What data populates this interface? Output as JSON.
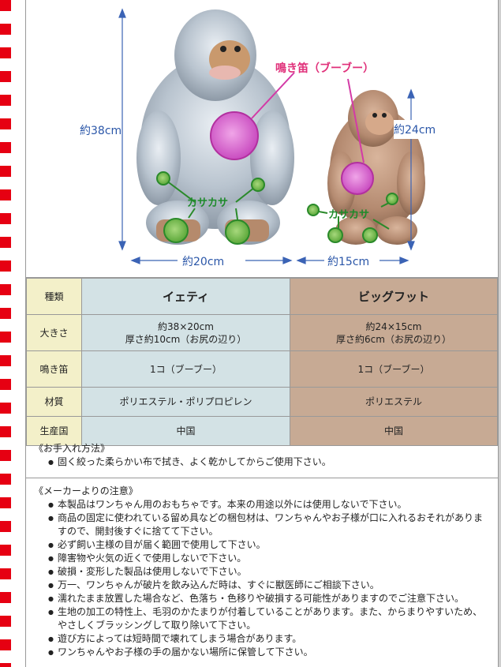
{
  "illustration": {
    "yeti_height": "約38cm",
    "yeti_width": "約20cm",
    "bigfoot_height": "約24cm",
    "bigfoot_width": "約15cm",
    "squeaker_label": "鳴き笛（ブーブー）",
    "crinkle_label_yeti": "カサカサ",
    "crinkle_label_bigfoot": "カサカサ",
    "colors": {
      "dimension": "#2a56a8",
      "squeaker": "#e0307a",
      "crinkle": "#1d8a2a"
    }
  },
  "spec": {
    "labels": {
      "type": "種類",
      "size": "大きさ",
      "whistle": "鳴き笛",
      "material": "材質",
      "origin": "生産国"
    },
    "yeti": {
      "name": "イェティ",
      "size_line1": "約38×20cm",
      "size_line2": "厚さ約10cm（お尻の辺り）",
      "whistle": "1コ（ブーブー）",
      "material": "ポリエステル・ポリプロピレン",
      "origin": "中国"
    },
    "bigfoot": {
      "name": "ビッグフット",
      "size_line1": "約24×15cm",
      "size_line2": "厚さ約6cm（お尻の辺り）",
      "whistle": "1コ（ブーブー）",
      "material": "ポリエステル",
      "origin": "中国"
    }
  },
  "care": {
    "title": "《お手入れ方法》",
    "items": [
      "固く絞った柔らかい布で拭き、よく乾かしてからご使用下さい。"
    ]
  },
  "notice": {
    "title": "《メーカーよりの注意》",
    "items": [
      "本製品はワンちゃん用のおもちゃです。本来の用途以外には使用しないで下さい。",
      "商品の固定に使われている留め具などの梱包材は、ワンちゃんやお子様が口に入れるおそれがありますので、開封後すぐに捨てて下さい。",
      "必ず飼い主様の目が届く範囲で使用して下さい。",
      "障害物や火気の近くで使用しないで下さい。",
      "破損・変形した製品は使用しないで下さい。",
      "万一、ワンちゃんが破片を飲み込んだ時は、すぐに獣医師にご相談下さい。",
      "濡れたまま放置した場合など、色落ち・色移りや破損する可能性がありますのでご注意下さい。",
      "生地の加工の特性上、毛羽のかたまりが付着していることがあります。また、からまりやすいため、やさしくブラッシングして取り除いて下さい。",
      "遊び方によっては短時間で壊れてしまう場合があります。",
      "ワンちゃんやお子様の手の届かない場所に保管して下さい。"
    ]
  }
}
